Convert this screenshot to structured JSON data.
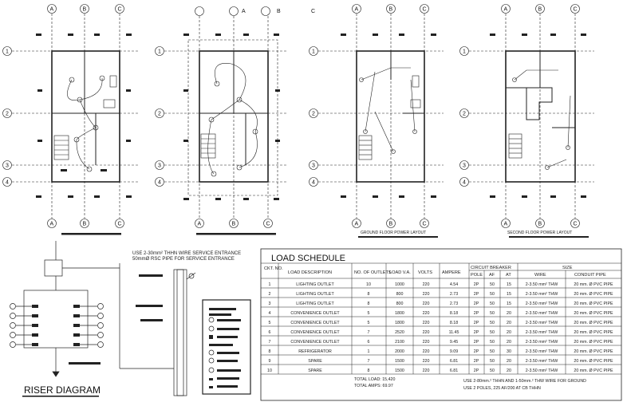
{
  "plan_titles": {
    "ground_floor": "GROUND FLOOR POWER LAYOUT",
    "second_floor": "SECOND FLOOR POWER LAYOUT"
  },
  "grid_labels": {
    "columns": [
      "A",
      "B",
      "C"
    ],
    "rows": [
      "1",
      "2",
      "3",
      "4"
    ]
  },
  "service_note": {
    "line1": "USE 2-30mm² THHN WIRE SERVICE ENTRANCE",
    "line2": "50mmØ RSC PIPE FOR SERVICE ENTRANCE"
  },
  "riser": {
    "title": "RISER DIAGRAM"
  },
  "load_schedule": {
    "title": "LOAD SCHEDULE",
    "headers": {
      "ckt": "CKT. NO.",
      "desc": "LOAD DESCRIPTION",
      "outlets": "NO. OF OUTLETS",
      "load": "LOAD V.A.",
      "volts": "VOLTS",
      "ampere": "AMPERE",
      "breaker": "CIRCUIT BREAKER",
      "pole": "POLE",
      "af": "AF",
      "at": "AT",
      "size": "SIZE",
      "wire": "WIRE",
      "conduit": "CONDUIT PIPE"
    },
    "rows": [
      {
        "ckt": "1",
        "desc": "LIGHTING OUTLET",
        "outlets": "10",
        "load": "1000",
        "volts": "220",
        "ampere": "4.54",
        "pole": "2P",
        "af": "50",
        "at": "15",
        "wire": "2-3.50 mm² THW",
        "conduit": "20 mm. Ø PVC PIPE"
      },
      {
        "ckt": "2",
        "desc": "LIGHTING OUTLET",
        "outlets": "8",
        "load": "800",
        "volts": "220",
        "ampere": "2.73",
        "pole": "2P",
        "af": "50",
        "at": "15",
        "wire": "2-3.50 mm² THW",
        "conduit": "20 mm. Ø PVC PIPE"
      },
      {
        "ckt": "3",
        "desc": "LIGHTING OUTLET",
        "outlets": "8",
        "load": "800",
        "volts": "220",
        "ampere": "2.73",
        "pole": "2P",
        "af": "50",
        "at": "15",
        "wire": "2-3.50 mm² THW",
        "conduit": "20 mm. Ø PVC PIPE"
      },
      {
        "ckt": "4",
        "desc": "CONVENIENCE OUTLET",
        "outlets": "5",
        "load": "1800",
        "volts": "220",
        "ampere": "8.18",
        "pole": "2P",
        "af": "50",
        "at": "20",
        "wire": "2-3.50 mm² THW",
        "conduit": "20 mm. Ø PVC PIPE"
      },
      {
        "ckt": "5",
        "desc": "CONVENIENCE OUTLET",
        "outlets": "5",
        "load": "1800",
        "volts": "220",
        "ampere": "8.18",
        "pole": "2P",
        "af": "50",
        "at": "20",
        "wire": "2-3.50 mm² THW",
        "conduit": "20 mm. Ø PVC PIPE"
      },
      {
        "ckt": "6",
        "desc": "CONVENIENCE OUTLET",
        "outlets": "7",
        "load": "2520",
        "volts": "220",
        "ampere": "11.45",
        "pole": "2P",
        "af": "50",
        "at": "20",
        "wire": "2-3.50 mm² THW",
        "conduit": "20 mm. Ø PVC PIPE"
      },
      {
        "ckt": "7",
        "desc": "CONVENIENCE OUTLET",
        "outlets": "6",
        "load": "2100",
        "volts": "220",
        "ampere": "9.45",
        "pole": "2P",
        "af": "50",
        "at": "20",
        "wire": "2-3.50 mm² THW",
        "conduit": "20 mm. Ø PVC PIPE"
      },
      {
        "ckt": "8",
        "desc": "REFRIGERATOR",
        "outlets": "1",
        "load": "2000",
        "volts": "220",
        "ampere": "9.09",
        "pole": "2P",
        "af": "50",
        "at": "30",
        "wire": "2-3.50 mm² THW",
        "conduit": "20 mm. Ø PVC PIPE"
      },
      {
        "ckt": "9",
        "desc": "SPARE",
        "outlets": "7",
        "load": "1500",
        "volts": "220",
        "ampere": "6.81",
        "pole": "2P",
        "af": "50",
        "at": "20",
        "wire": "2-3.50 mm² THW",
        "conduit": "20 mm. Ø PVC PIPE"
      },
      {
        "ckt": "10",
        "desc": "SPARE",
        "outlets": "8",
        "load": "1500",
        "volts": "220",
        "ampere": "6.81",
        "pole": "2P",
        "af": "50",
        "at": "20",
        "wire": "2-3.50 mm² THW",
        "conduit": "20 mm. Ø PVC PIPE"
      }
    ],
    "total_load": "TOTAL LOAD: 15,420",
    "total_amps": "TOTAL AMPS: 69.97",
    "note1": "USE 2-80mm.² THHN AND 1-50mm.² THW WIRE FOR GROUND",
    "note2": "USE 2 POLES, 225 AF/200 AT CB THHN"
  }
}
